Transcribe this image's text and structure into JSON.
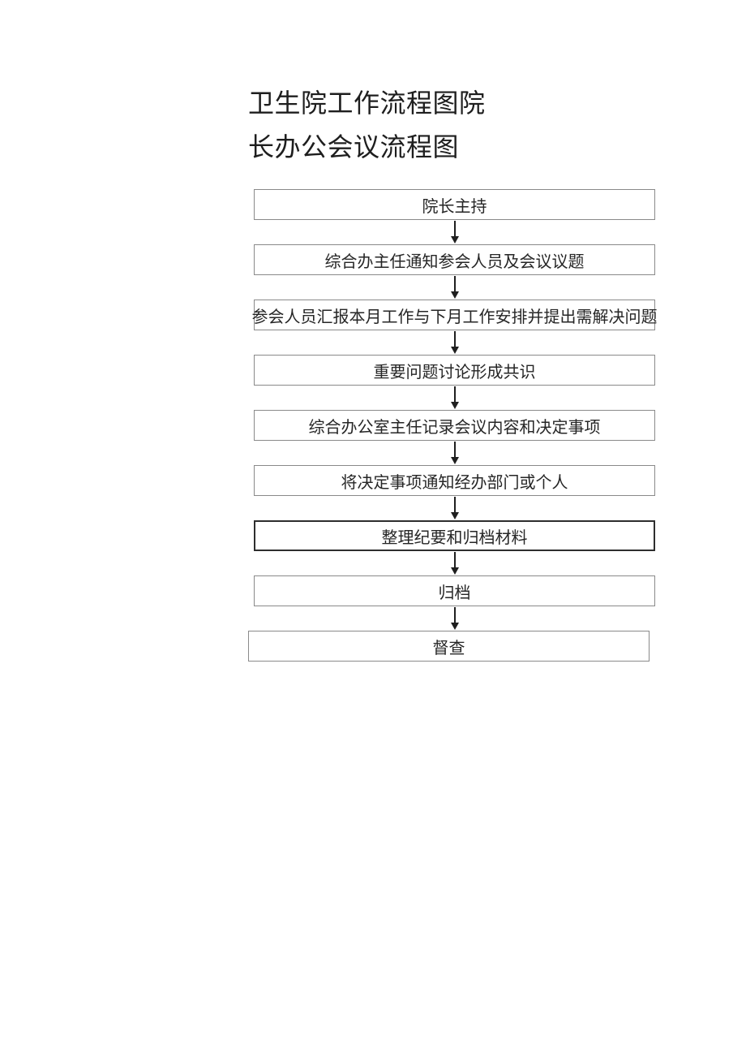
{
  "title": {
    "line1": "卫生院工作流程图院",
    "line2": "长办公会议流程图"
  },
  "flowchart": {
    "steps": [
      {
        "label": "院长主持",
        "emphasis": false,
        "offset_left": false
      },
      {
        "label": "综合办主任通知参会人员及会议议题",
        "emphasis": false,
        "offset_left": false
      },
      {
        "label": "参会人员汇报本月工作与下月工作安排并提出需解决问题",
        "emphasis": false,
        "offset_left": false
      },
      {
        "label": "重要问题讨论形成共识",
        "emphasis": false,
        "offset_left": false
      },
      {
        "label": "综合办公室主任记录会议内容和决定事项",
        "emphasis": false,
        "offset_left": false
      },
      {
        "label": "将决定事项通知经办部门或个人",
        "emphasis": false,
        "offset_left": false
      },
      {
        "label": "整理纪要和归档材料",
        "emphasis": true,
        "offset_left": false
      },
      {
        "label": "归档",
        "emphasis": false,
        "offset_left": false
      },
      {
        "label": "督查",
        "emphasis": false,
        "offset_left": true
      }
    ],
    "colors": {
      "box_border": "#8a8a8a",
      "box_border_emphasis": "#2e2e2e",
      "box_text": "#262626",
      "arrow": "#1f1f1f",
      "page_background": "#ffffff"
    }
  }
}
